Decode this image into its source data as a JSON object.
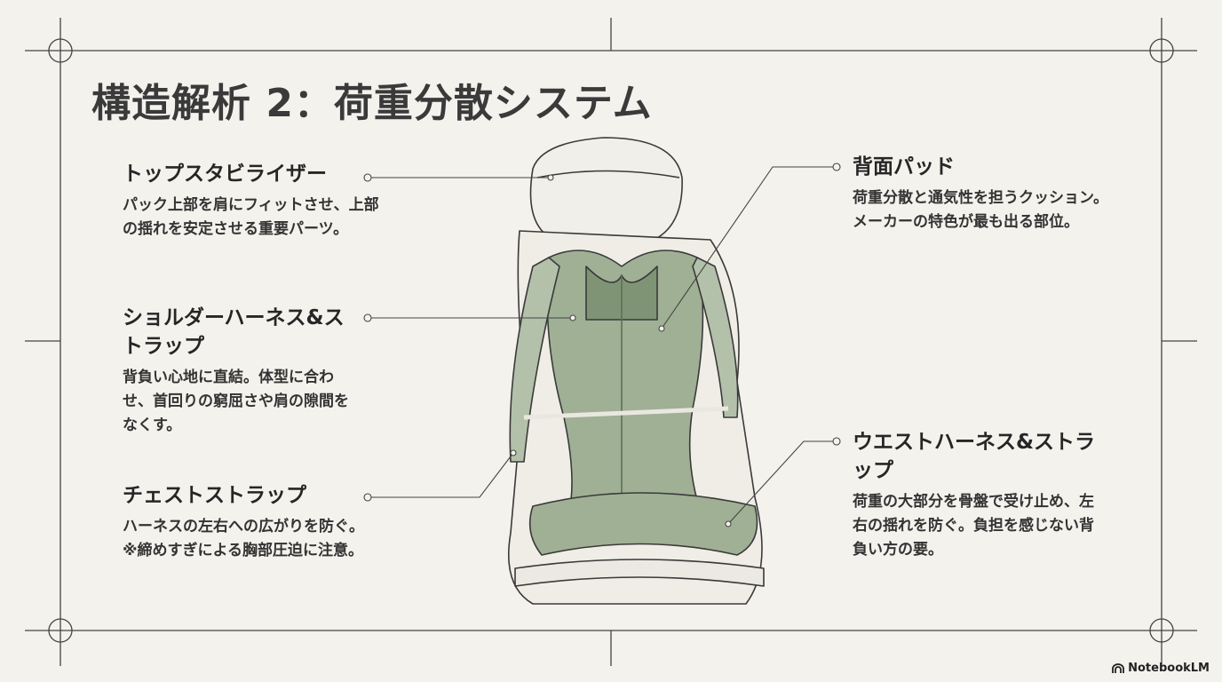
{
  "title": "構造解析 2：荷重分散システム",
  "callouts": [
    {
      "heading": "トップスタビライザー",
      "body": "パック上部を肩にフィットさせ、上部の揺れを安定させる重要パーツ。"
    },
    {
      "heading": "ショルダーハーネス&ストラップ",
      "body": "背負い心地に直結。体型に合わせ、首回りの窮屈さや肩の隙間をなくす。"
    },
    {
      "heading": "チェストストラップ",
      "body": "ハーネスの左右への広がりを防ぐ。※締めすぎによる胸部圧迫に注意。"
    },
    {
      "heading": "背面パッド",
      "body": "荷重分散と通気性を担うクッション。メーカーの特色が最も出る部位。"
    },
    {
      "heading": "ウエストハーネス&ストラップ",
      "body": "荷重の大部分を骨盤で受け止め、左右の揺れを防ぐ。負担を感じない背負い方の要。"
    }
  ],
  "branding": {
    "logo_text": "NotebookLM"
  },
  "colors": {
    "background": "#f4f2ed",
    "line": "#3a3a3a",
    "pad_green": "#9fb095",
    "pad_dark": "#7f9475"
  }
}
